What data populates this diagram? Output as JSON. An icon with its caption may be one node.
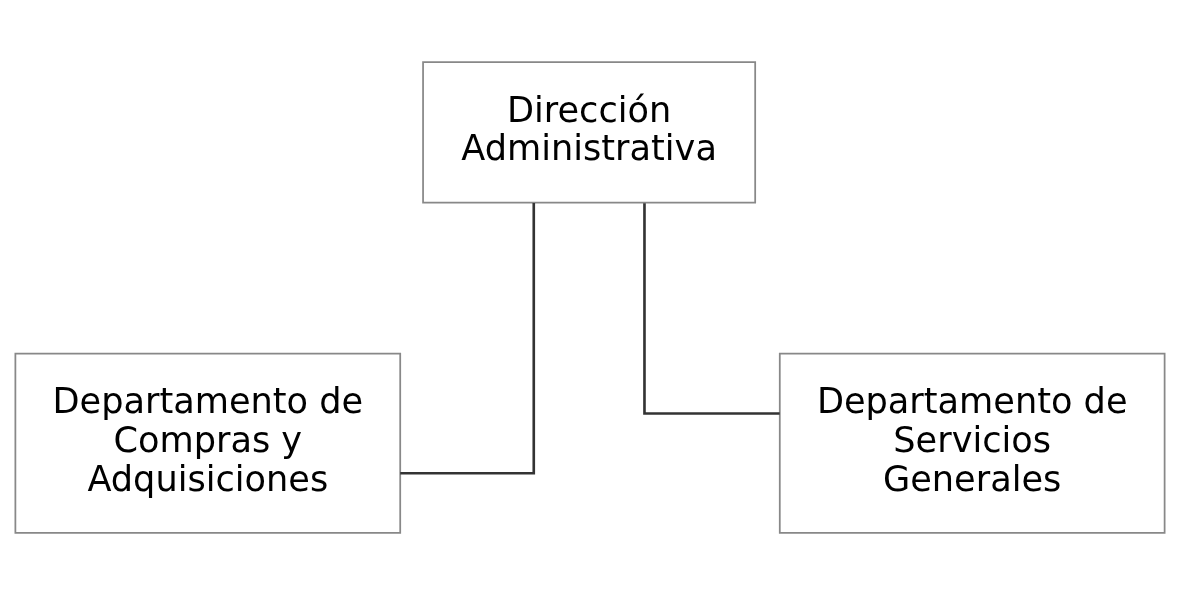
{
  "diagram": {
    "nodes": [
      {
        "text": [
          "Dirección Administrativa"
        ]
      },
      {
        "text": [
          "Departamento de Compras y Adquisiciones"
        ]
      },
      {
        "text": [
          "Departamento de Servicios Generales"
        ]
      }
    ],
    "edges": [
      {
        "from": 0,
        "to": 1,
        "arrow": "none"
      },
      {
        "from": 0,
        "to": 2,
        "arrow": "none"
      }
    ]
  }
}
